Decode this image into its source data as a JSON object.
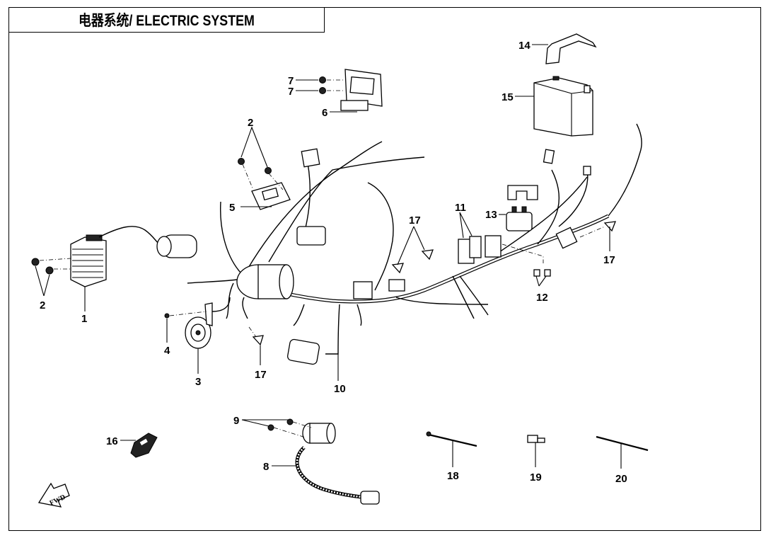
{
  "title": "电器系统/ ELECTRIC SYSTEM",
  "fwd_label": "FWD",
  "callouts": [
    {
      "id": "c1",
      "number": "1",
      "part": "regulator-rectifier"
    },
    {
      "id": "c2a",
      "number": "2",
      "part": "bolt"
    },
    {
      "id": "c2b",
      "number": "2",
      "part": "bolt"
    },
    {
      "id": "c3",
      "number": "3",
      "part": "horn"
    },
    {
      "id": "c4",
      "number": "4",
      "part": "bolt"
    },
    {
      "id": "c5",
      "number": "5",
      "part": "flasher-relay"
    },
    {
      "id": "c6",
      "number": "6",
      "part": "ecu"
    },
    {
      "id": "c7a",
      "number": "7",
      "part": "bolt"
    },
    {
      "id": "c7b",
      "number": "7",
      "part": "bolt"
    },
    {
      "id": "c8",
      "number": "8",
      "part": "ignition-coil"
    },
    {
      "id": "c9",
      "number": "9",
      "part": "bolt"
    },
    {
      "id": "c10",
      "number": "10",
      "part": "main-wire-harness"
    },
    {
      "id": "c11",
      "number": "11",
      "part": "relay"
    },
    {
      "id": "c12",
      "number": "12",
      "part": "fuse"
    },
    {
      "id": "c13",
      "number": "13",
      "part": "starter-relay"
    },
    {
      "id": "c14",
      "number": "14",
      "part": "battery-strap"
    },
    {
      "id": "c15",
      "number": "15",
      "part": "battery"
    },
    {
      "id": "c16",
      "number": "16",
      "part": "remote-key-fob"
    },
    {
      "id": "c17a",
      "number": "17",
      "part": "clip"
    },
    {
      "id": "c17b",
      "number": "17",
      "part": "clip"
    },
    {
      "id": "c17c",
      "number": "17",
      "part": "clip"
    },
    {
      "id": "c18",
      "number": "18",
      "part": "cable-tie"
    },
    {
      "id": "c19",
      "number": "19",
      "part": "clip"
    },
    {
      "id": "c20",
      "number": "20",
      "part": "cable-tie"
    }
  ]
}
